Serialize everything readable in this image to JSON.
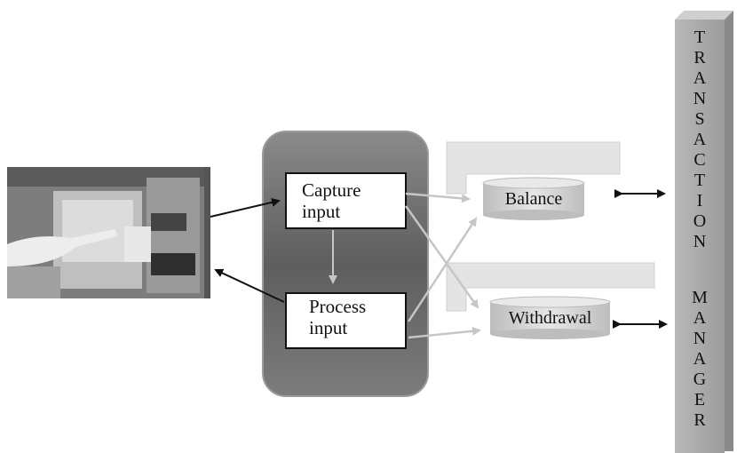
{
  "boxes": {
    "capture": [
      "Capture",
      "input"
    ],
    "process": [
      "Process",
      "input"
    ]
  },
  "stores": {
    "balance": "Balance",
    "withdrawal": "Withdrawal"
  },
  "transaction_manager": {
    "word1": [
      "T",
      "R",
      "A",
      "N",
      "S",
      "A",
      "C",
      "T",
      "I",
      "O",
      "N"
    ],
    "word2": [
      "M",
      "A",
      "N",
      "A",
      "G",
      "E",
      "R"
    ]
  },
  "atm_photo": {
    "description_icon": "atm-machine-photo"
  },
  "colors": {
    "processor_fill": "#6e6e6e",
    "processor_edge": "#9a9a9a",
    "light_arrow": "#c8c8c8",
    "store_fill": "#cfcfcf",
    "bar_fill": "#a9a9a9"
  }
}
